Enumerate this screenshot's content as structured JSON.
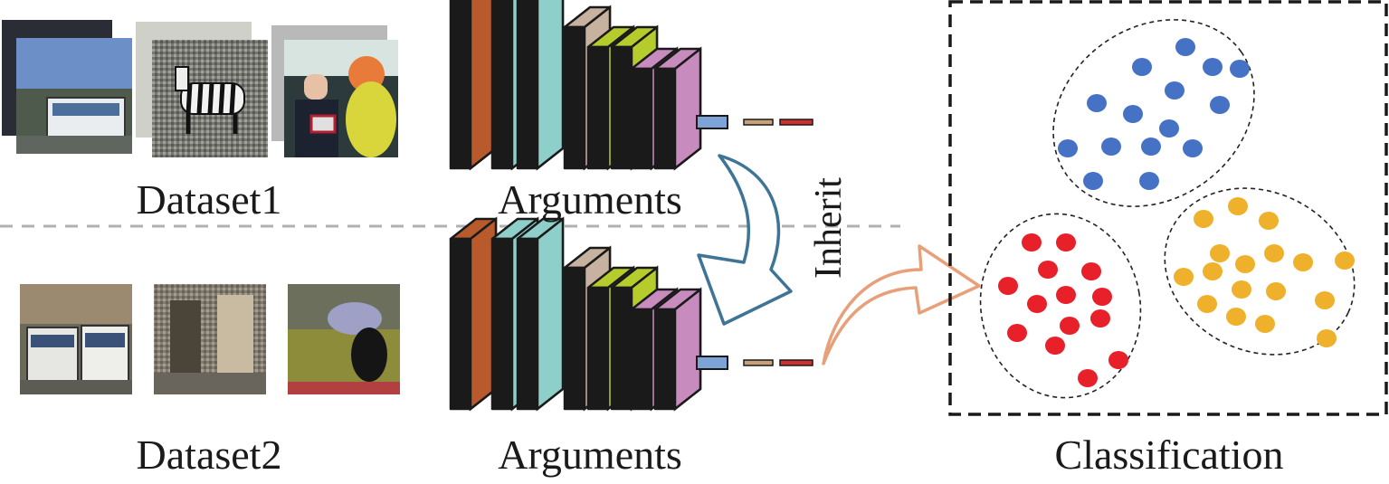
{
  "labels": {
    "dataset1": "Dataset1",
    "dataset2": "Dataset2",
    "arguments_top": "Arguments",
    "arguments_bottom": "Arguments",
    "inherit": "Inherit",
    "classification": "Classification"
  },
  "colors": {
    "layer_orange": "#b85a2c",
    "layer_teal": "#8ecfc9",
    "layer_tan": "#c7b19f",
    "layer_lime": "#b5cc2c",
    "layer_pink": "#c78bbd",
    "fc_blue": "#7ea3d6",
    "fc_tan": "#c8a07a",
    "fc_red": "#cc2f2f",
    "arrow_blue": "#3e7496",
    "arrow_salmon": "#e8a07a",
    "cluster_blue": "#4572c4",
    "cluster_red": "#e8202a",
    "cluster_gold": "#efb12b"
  }
}
